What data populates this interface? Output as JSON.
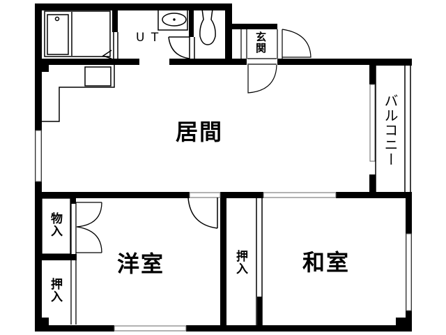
{
  "floor_plan": {
    "rooms": {
      "living": {
        "label": "居間"
      },
      "western_room": {
        "label": "洋室"
      },
      "japanese_room": {
        "label": "和室"
      },
      "unit_toilet": {
        "label": "U T"
      },
      "entrance": {
        "label": "玄関"
      },
      "balcony": {
        "label": "バルコニー"
      },
      "storage": {
        "label": "物入"
      },
      "closet_left": {
        "label": "押入"
      },
      "closet_middle": {
        "label": "押入"
      }
    },
    "colors": {
      "wall": "#000000",
      "background": "#ffffff",
      "line": "#000000"
    }
  }
}
